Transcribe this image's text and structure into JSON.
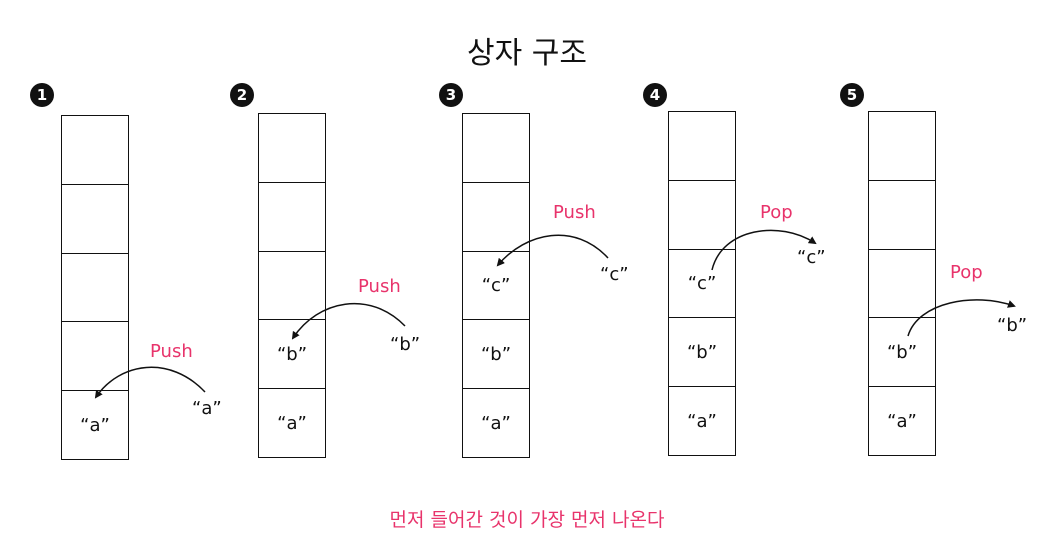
{
  "title": "상자 구조",
  "caption": "먼저 들어간 것이 가장 먼저 나온다",
  "colors": {
    "accent": "#e8336b",
    "ink": "#111111"
  },
  "steps": [
    {
      "number": "1",
      "operation": "Push",
      "value": "“a”",
      "cells": [
        "",
        "",
        "",
        "",
        "“a”"
      ]
    },
    {
      "number": "2",
      "operation": "Push",
      "value": "“b”",
      "cells": [
        "",
        "",
        "",
        "“b”",
        "“a”"
      ]
    },
    {
      "number": "3",
      "operation": "Push",
      "value": "“c”",
      "cells": [
        "",
        "",
        "“c”",
        "“b”",
        "“a”"
      ]
    },
    {
      "number": "4",
      "operation": "Pop",
      "value": "“c”",
      "cells": [
        "",
        "",
        "“c”",
        "“b”",
        "“a”"
      ]
    },
    {
      "number": "5",
      "operation": "Pop",
      "value": "“b”",
      "cells": [
        "",
        "",
        "",
        "“b”",
        "“a”"
      ]
    }
  ]
}
